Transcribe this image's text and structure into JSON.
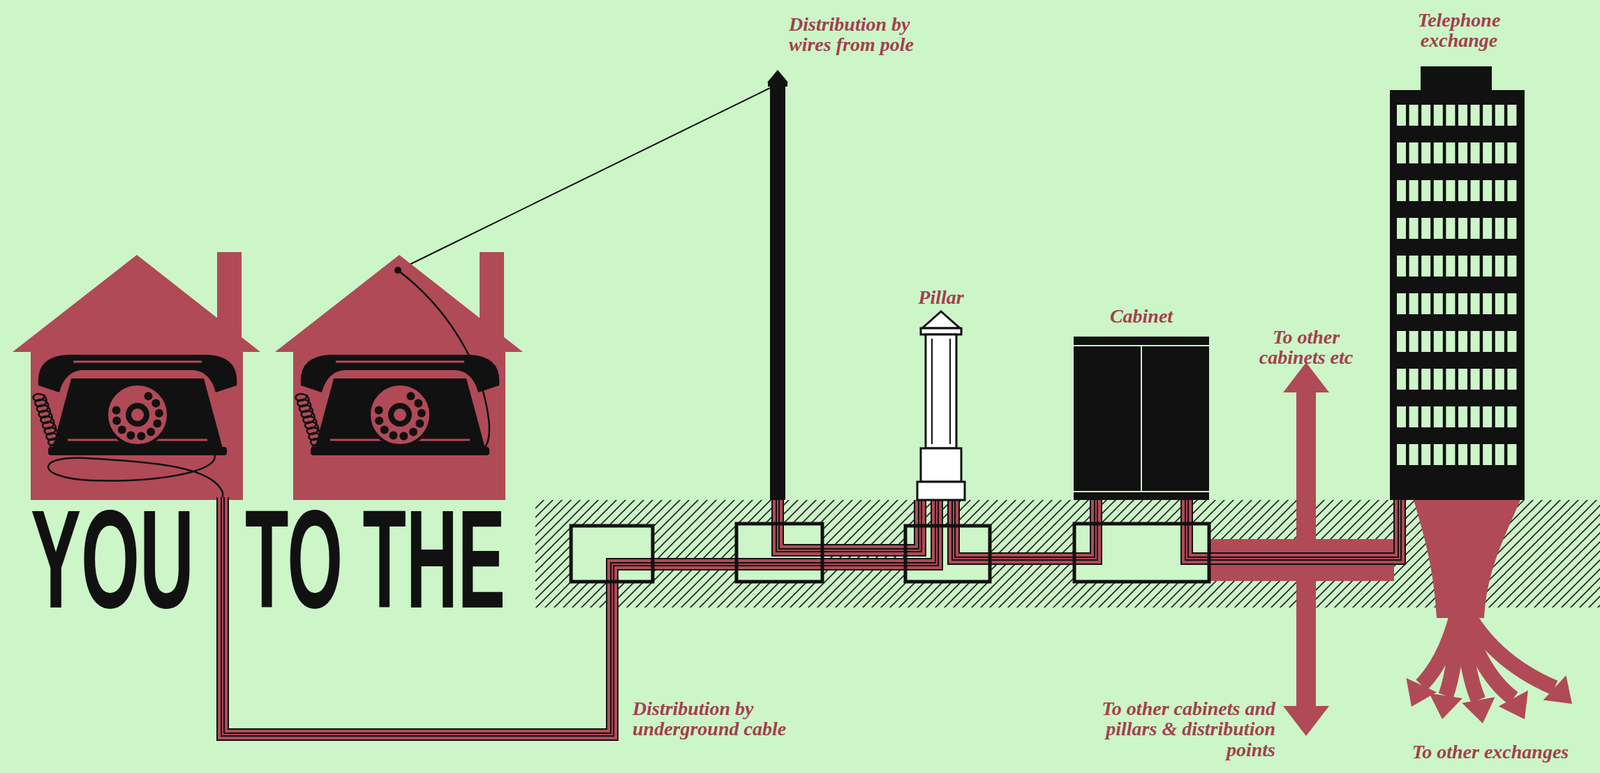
{
  "diagram": {
    "nodes": [
      {
        "text": [
          "YOU"
        ]
      },
      {
        "text": [
          "TO THE"
        ]
      },
      {
        "text": [
          "Distribution by wires from pole"
        ]
      },
      {
        "text": [
          "Pillar"
        ]
      },
      {
        "text": [
          "Cabinet"
        ]
      },
      {
        "text": [
          "Telephone exchange"
        ]
      }
    ],
    "edges": [
      {
        "from": 0,
        "to": 3,
        "arrow": "none"
      },
      {
        "from": 1,
        "to": 2,
        "arrow": "none"
      },
      {
        "from": 2,
        "to": 3,
        "arrow": "none"
      },
      {
        "from": 3,
        "to": 4,
        "arrow": "none"
      },
      {
        "from": 4,
        "to": 5,
        "arrow": "none"
      }
    ],
    "labels": [
      "Distribution by underground cable",
      "To other cabinets etc",
      "To other cabinets and pillars & distribution points",
      "To other exchanges"
    ]
  }
}
